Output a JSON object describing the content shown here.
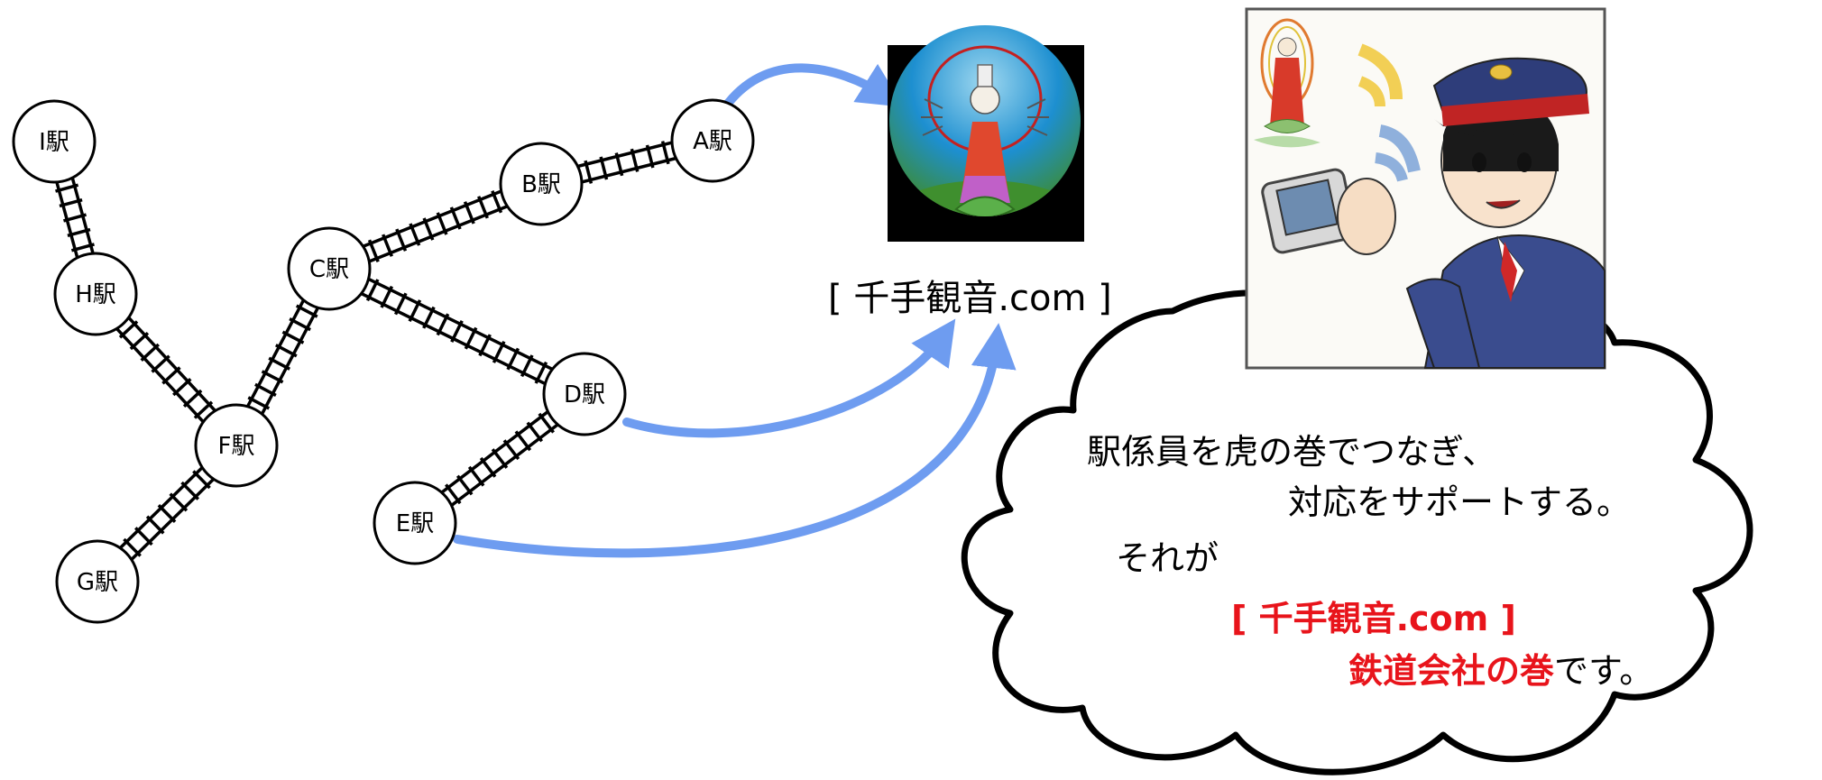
{
  "stations": {
    "A": "A駅",
    "B": "B駅",
    "C": "C駅",
    "D": "D駅",
    "E": "E駅",
    "F": "F駅",
    "G": "G駅",
    "H": "H駅",
    "I": "I駅"
  },
  "site_label": "[ 千手観音.com ]",
  "cloud": {
    "line1": "駅係員を虎の巻でつなぎ、",
    "line2": "対応をサポートする。",
    "line3": "それが",
    "line4": "[ 千手観音.com ]",
    "line5_red": "鉄道会社の巻",
    "line5_black": "です。"
  },
  "colors": {
    "arrow": "#6e9cf0",
    "highlight": "#e8141b"
  }
}
